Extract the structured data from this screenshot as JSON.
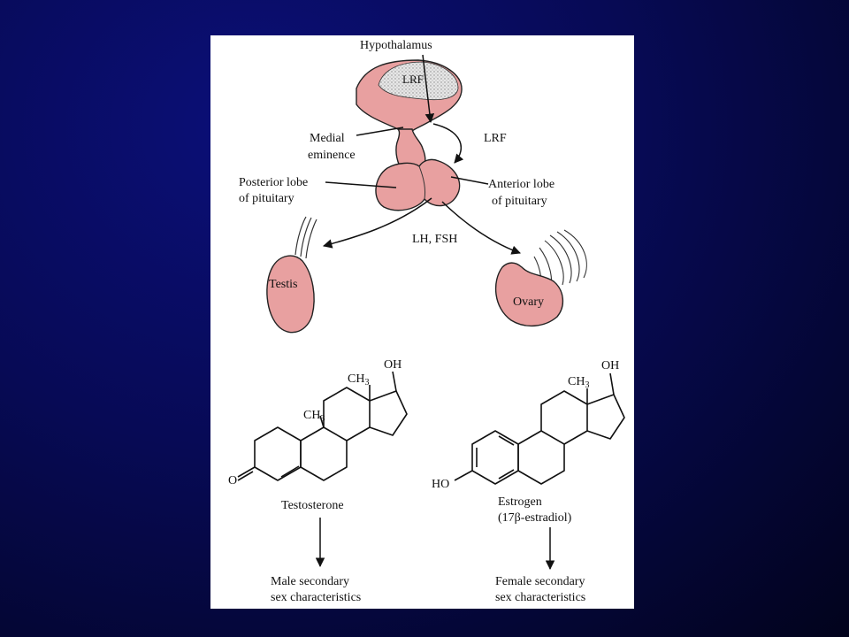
{
  "diagram": {
    "labels": {
      "hypothalamus": "Hypothalamus",
      "lrf_inner": "LRF",
      "lrf_side": "LRF",
      "medial_eminence_1": "Medial",
      "medial_eminence_2": "eminence",
      "posterior_lobe_1": "Posterior lobe",
      "posterior_lobe_2": "of pituitary",
      "anterior_lobe_1": "Anterior lobe",
      "anterior_lobe_2": "of pituitary",
      "lh_fsh": "LH,  FSH",
      "testis": "Testis",
      "ovary": "Ovary"
    },
    "testosterone": {
      "oh": "OH",
      "ch3_top": "CH",
      "ch3_top_sub": "3",
      "ch3_mid": "CH",
      "ch3_mid_sub": "3",
      "o": "O",
      "name": "Testosterone",
      "effect_1": "Male secondary",
      "effect_2": "sex characteristics"
    },
    "estrogen": {
      "oh": "OH",
      "ch3": "CH",
      "ch3_sub": "3",
      "ho": "HO",
      "name_1": "Estrogen",
      "name_2": "(17β-estradiol)",
      "effect_1": "Female secondary",
      "effect_2": "sex characteristics"
    }
  }
}
